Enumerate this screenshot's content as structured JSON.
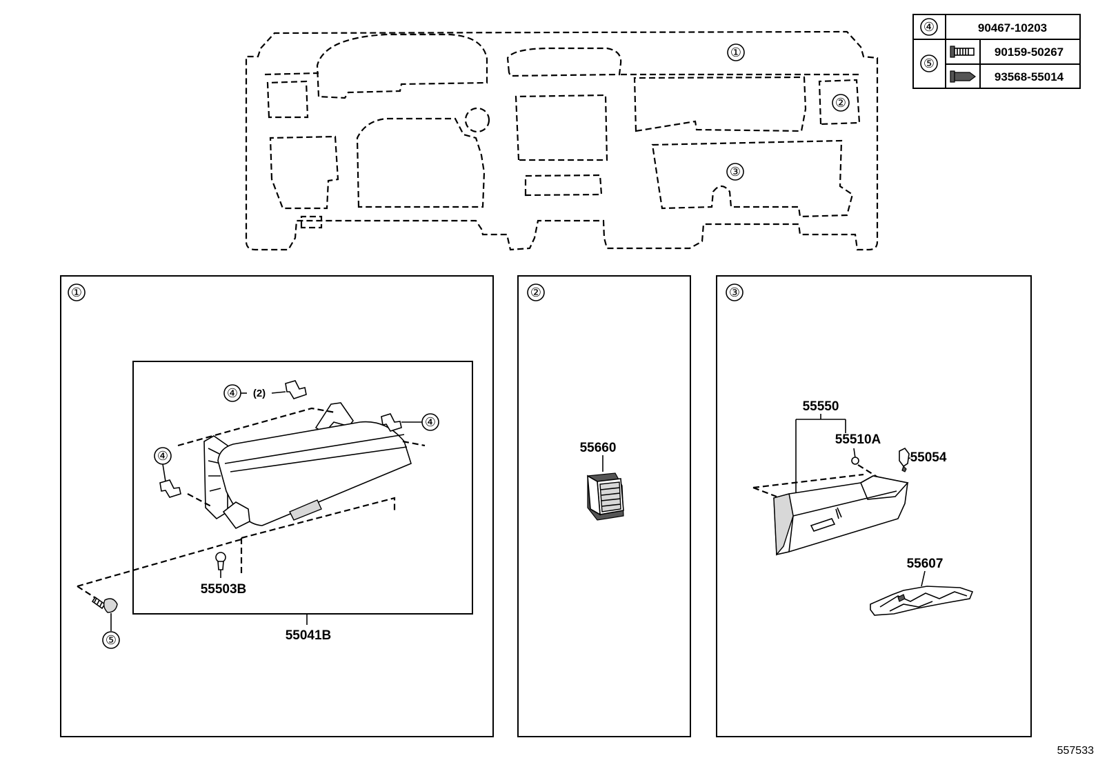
{
  "callout_table": [
    {
      "ref": "④",
      "rows": [
        {
          "icon": "clip-icon",
          "part": "90467-10203"
        }
      ]
    },
    {
      "ref": "⑤",
      "rows": [
        {
          "icon": "screw-icon",
          "part": "90159-50267"
        },
        {
          "icon": "screw-icon",
          "part": "93568-55014"
        }
      ]
    }
  ],
  "overview": {
    "markers": [
      "①",
      "②",
      "③"
    ]
  },
  "panels": [
    {
      "ref": "①",
      "labels": {
        "assembly": "55041B",
        "clip": "55503B",
        "ref4_top": "④",
        "ref4_top_qty": "(2)",
        "ref4_right": "④",
        "ref4_left": "④",
        "ref5": "⑤"
      }
    },
    {
      "ref": "②",
      "labels": {
        "vent": "55660"
      }
    },
    {
      "ref": "③",
      "labels": {
        "glove_box": "55550",
        "lock": "55510A",
        "damper": "55054",
        "bracket": "55607"
      }
    }
  ],
  "diagram_code": "557533"
}
